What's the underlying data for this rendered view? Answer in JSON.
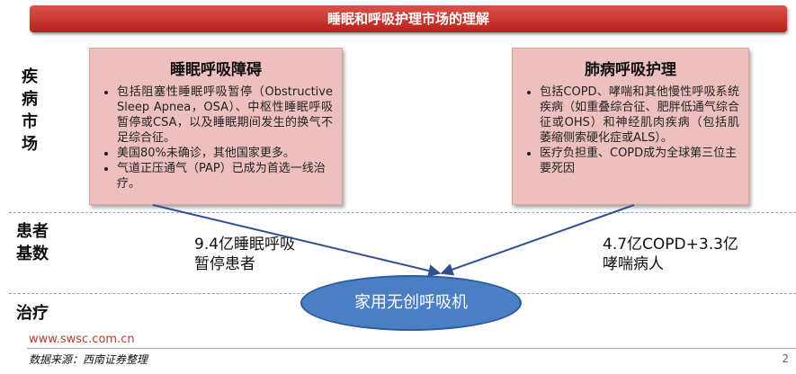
{
  "banner": {
    "title": "睡眠和呼吸护理市场的理解"
  },
  "rows": {
    "disease_market": "疾病市场",
    "patient_base": "患者基数",
    "treatment": "治疗"
  },
  "sleep_box": {
    "title": "睡眠呼吸障碍",
    "bullets": [
      "包括阻塞性睡眠呼吸暂停（Obstructive Sleep Apnea，OSA）、中枢性睡眠呼吸暂停或CSA，以及睡眠期间发生的换气不足综合征。",
      "美国80%未确诊，其他国家更多。",
      "气道正压通气（PAP）已成为首选一线治疗。"
    ]
  },
  "lung_box": {
    "title": "肺病呼吸护理",
    "bullets": [
      "包括COPD、哮喘和其他慢性呼吸系统疾病（如重叠综合征、肥胖低通气综合征或OHS）和神经肌肉疾病（包括肌萎缩侧索硬化症或ALS）。",
      "医疗负担重、COPD成为全球第三位主要死因"
    ]
  },
  "patients": {
    "left": "9.4亿睡眠呼吸暂停患者",
    "right": "4.7亿COPD+3.3亿哮喘病人"
  },
  "treatment_label": "家用无创呼吸机",
  "footer": {
    "website": "www.swsc.com.cn",
    "source": "数据来源：西南证券整理",
    "page": "2"
  },
  "colors": {
    "banner": "#c0392b",
    "box_fill": "#eebfbf",
    "ellipse": "#4a7fc6"
  }
}
